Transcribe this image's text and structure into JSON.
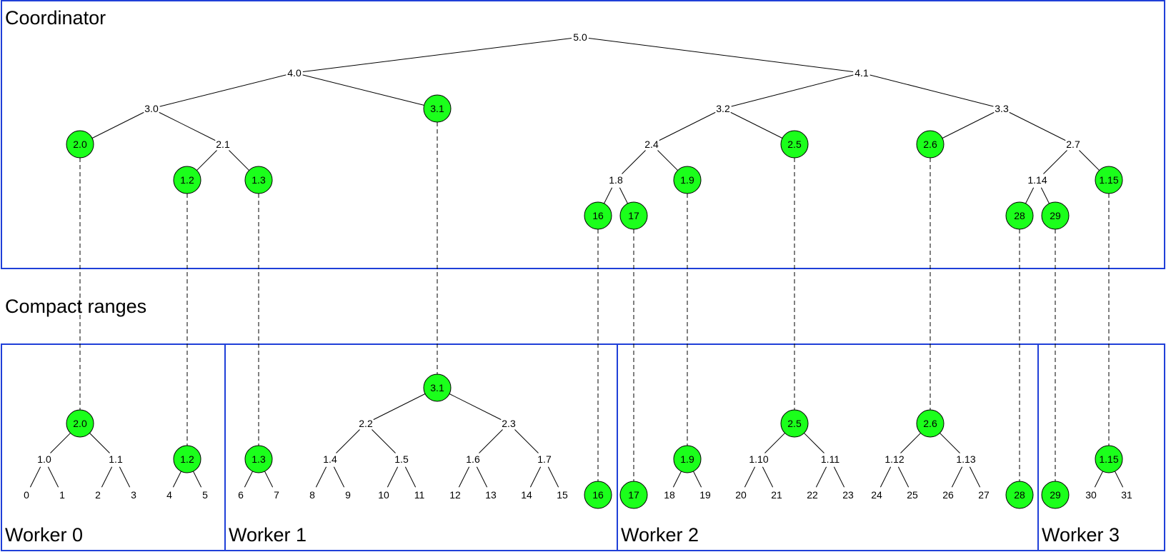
{
  "sections": {
    "coordinator": "Coordinator",
    "compact_ranges": "Compact ranges",
    "worker0": "Worker 0",
    "worker1": "Worker 1",
    "worker2": "Worker 2",
    "worker3": "Worker 3"
  },
  "colors": {
    "frame": "#1f3fd8",
    "highlight": "#1bff1b"
  },
  "coordinator_nodes": [
    {
      "id": "c5.0",
      "label": "5.0",
      "hl": false
    },
    {
      "id": "c4.0",
      "label": "4.0",
      "hl": false
    },
    {
      "id": "c4.1",
      "label": "4.1",
      "hl": false
    },
    {
      "id": "c3.0",
      "label": "3.0",
      "hl": false
    },
    {
      "id": "c3.1",
      "label": "3.1",
      "hl": true
    },
    {
      "id": "c3.2",
      "label": "3.2",
      "hl": false
    },
    {
      "id": "c3.3",
      "label": "3.3",
      "hl": false
    },
    {
      "id": "c2.0",
      "label": "2.0",
      "hl": true
    },
    {
      "id": "c2.1",
      "label": "2.1",
      "hl": false
    },
    {
      "id": "c2.4",
      "label": "2.4",
      "hl": false
    },
    {
      "id": "c2.5",
      "label": "2.5",
      "hl": true
    },
    {
      "id": "c2.6",
      "label": "2.6",
      "hl": true
    },
    {
      "id": "c2.7",
      "label": "2.7",
      "hl": false
    },
    {
      "id": "c1.2",
      "label": "1.2",
      "hl": true
    },
    {
      "id": "c1.3",
      "label": "1.3",
      "hl": true
    },
    {
      "id": "c1.8",
      "label": "1.8",
      "hl": false
    },
    {
      "id": "c1.9",
      "label": "1.9",
      "hl": true
    },
    {
      "id": "c1.14",
      "label": "1.14",
      "hl": false
    },
    {
      "id": "c1.15",
      "label": "1.15",
      "hl": true
    },
    {
      "id": "c16",
      "label": "16",
      "hl": true
    },
    {
      "id": "c17",
      "label": "17",
      "hl": true
    },
    {
      "id": "c28",
      "label": "28",
      "hl": true
    },
    {
      "id": "c29",
      "label": "29",
      "hl": true
    }
  ],
  "coordinator_edges": [
    [
      "c5.0",
      "c4.0"
    ],
    [
      "c5.0",
      "c4.1"
    ],
    [
      "c4.0",
      "c3.0"
    ],
    [
      "c4.0",
      "c3.1"
    ],
    [
      "c4.1",
      "c3.2"
    ],
    [
      "c4.1",
      "c3.3"
    ],
    [
      "c3.0",
      "c2.0"
    ],
    [
      "c3.0",
      "c2.1"
    ],
    [
      "c2.1",
      "c1.2"
    ],
    [
      "c2.1",
      "c1.3"
    ],
    [
      "c3.2",
      "c2.4"
    ],
    [
      "c3.2",
      "c2.5"
    ],
    [
      "c3.3",
      "c2.6"
    ],
    [
      "c3.3",
      "c2.7"
    ],
    [
      "c2.4",
      "c1.8"
    ],
    [
      "c2.4",
      "c1.9"
    ],
    [
      "c1.8",
      "c16"
    ],
    [
      "c1.8",
      "c17"
    ],
    [
      "c2.7",
      "c1.14"
    ],
    [
      "c2.7",
      "c1.15"
    ],
    [
      "c1.14",
      "c28"
    ],
    [
      "c1.14",
      "c29"
    ]
  ],
  "worker_nodes": [
    {
      "id": "w2.0",
      "label": "2.0",
      "hl": true
    },
    {
      "id": "w1.0",
      "label": "1.0",
      "hl": false
    },
    {
      "id": "w1.1",
      "label": "1.1",
      "hl": false
    },
    {
      "id": "w1.2",
      "label": "1.2",
      "hl": true
    },
    {
      "id": "w1.3",
      "label": "1.3",
      "hl": true
    },
    {
      "id": "w3.1",
      "label": "3.1",
      "hl": true
    },
    {
      "id": "w2.2",
      "label": "2.2",
      "hl": false
    },
    {
      "id": "w2.3",
      "label": "2.3",
      "hl": false
    },
    {
      "id": "w1.4",
      "label": "1.4",
      "hl": false
    },
    {
      "id": "w1.5",
      "label": "1.5",
      "hl": false
    },
    {
      "id": "w1.6",
      "label": "1.6",
      "hl": false
    },
    {
      "id": "w1.7",
      "label": "1.7",
      "hl": false
    },
    {
      "id": "w16",
      "label": "16",
      "hl": true
    },
    {
      "id": "w17",
      "label": "17",
      "hl": true
    },
    {
      "id": "w1.9",
      "label": "1.9",
      "hl": true
    },
    {
      "id": "w2.5",
      "label": "2.5",
      "hl": true
    },
    {
      "id": "w1.10",
      "label": "1.10",
      "hl": false
    },
    {
      "id": "w1.11",
      "label": "1.11",
      "hl": false
    },
    {
      "id": "w2.6",
      "label": "2.6",
      "hl": true
    },
    {
      "id": "w1.12",
      "label": "1.12",
      "hl": false
    },
    {
      "id": "w1.13",
      "label": "1.13",
      "hl": false
    },
    {
      "id": "w28",
      "label": "28",
      "hl": true
    },
    {
      "id": "w29",
      "label": "29",
      "hl": true
    },
    {
      "id": "w1.15",
      "label": "1.15",
      "hl": true
    },
    {
      "id": "l0",
      "label": "0",
      "hl": false
    },
    {
      "id": "l1",
      "label": "1",
      "hl": false
    },
    {
      "id": "l2",
      "label": "2",
      "hl": false
    },
    {
      "id": "l3",
      "label": "3",
      "hl": false
    },
    {
      "id": "l4",
      "label": "4",
      "hl": false
    },
    {
      "id": "l5",
      "label": "5",
      "hl": false
    },
    {
      "id": "l6",
      "label": "6",
      "hl": false
    },
    {
      "id": "l7",
      "label": "7",
      "hl": false
    },
    {
      "id": "l8",
      "label": "8",
      "hl": false
    },
    {
      "id": "l9",
      "label": "9",
      "hl": false
    },
    {
      "id": "l10",
      "label": "10",
      "hl": false
    },
    {
      "id": "l11",
      "label": "11",
      "hl": false
    },
    {
      "id": "l12",
      "label": "12",
      "hl": false
    },
    {
      "id": "l13",
      "label": "13",
      "hl": false
    },
    {
      "id": "l14",
      "label": "14",
      "hl": false
    },
    {
      "id": "l15",
      "label": "15",
      "hl": false
    },
    {
      "id": "l18",
      "label": "18",
      "hl": false
    },
    {
      "id": "l19",
      "label": "19",
      "hl": false
    },
    {
      "id": "l20",
      "label": "20",
      "hl": false
    },
    {
      "id": "l21",
      "label": "21",
      "hl": false
    },
    {
      "id": "l22",
      "label": "22",
      "hl": false
    },
    {
      "id": "l23",
      "label": "23",
      "hl": false
    },
    {
      "id": "l24",
      "label": "24",
      "hl": false
    },
    {
      "id": "l25",
      "label": "25",
      "hl": false
    },
    {
      "id": "l26",
      "label": "26",
      "hl": false
    },
    {
      "id": "l27",
      "label": "27",
      "hl": false
    },
    {
      "id": "l30",
      "label": "30",
      "hl": false
    },
    {
      "id": "l31",
      "label": "31",
      "hl": false
    }
  ],
  "worker_edges": [
    [
      "w2.0",
      "w1.0"
    ],
    [
      "w2.0",
      "w1.1"
    ],
    [
      "w1.0",
      "l0"
    ],
    [
      "w1.0",
      "l1"
    ],
    [
      "w1.1",
      "l2"
    ],
    [
      "w1.1",
      "l3"
    ],
    [
      "w1.2",
      "l4"
    ],
    [
      "w1.2",
      "l5"
    ],
    [
      "w1.3",
      "l6"
    ],
    [
      "w1.3",
      "l7"
    ],
    [
      "w3.1",
      "w2.2"
    ],
    [
      "w3.1",
      "w2.3"
    ],
    [
      "w2.2",
      "w1.4"
    ],
    [
      "w2.2",
      "w1.5"
    ],
    [
      "w2.3",
      "w1.6"
    ],
    [
      "w2.3",
      "w1.7"
    ],
    [
      "w1.4",
      "l8"
    ],
    [
      "w1.4",
      "l9"
    ],
    [
      "w1.5",
      "l10"
    ],
    [
      "w1.5",
      "l11"
    ],
    [
      "w1.6",
      "l12"
    ],
    [
      "w1.6",
      "l13"
    ],
    [
      "w1.7",
      "l14"
    ],
    [
      "w1.7",
      "l15"
    ],
    [
      "w1.9",
      "l18"
    ],
    [
      "w1.9",
      "l19"
    ],
    [
      "w2.5",
      "w1.10"
    ],
    [
      "w2.5",
      "w1.11"
    ],
    [
      "w1.10",
      "l20"
    ],
    [
      "w1.10",
      "l21"
    ],
    [
      "w1.11",
      "l22"
    ],
    [
      "w1.11",
      "l23"
    ],
    [
      "w2.6",
      "w1.12"
    ],
    [
      "w2.6",
      "w1.13"
    ],
    [
      "w1.12",
      "l24"
    ],
    [
      "w1.12",
      "l25"
    ],
    [
      "w1.13",
      "l26"
    ],
    [
      "w1.13",
      "l27"
    ],
    [
      "w1.15",
      "l30"
    ],
    [
      "w1.15",
      "l31"
    ]
  ],
  "links": [
    [
      "c2.0",
      "w2.0"
    ],
    [
      "c1.2",
      "w1.2"
    ],
    [
      "c1.3",
      "w1.3"
    ],
    [
      "c3.1",
      "w3.1"
    ],
    [
      "c16",
      "w16"
    ],
    [
      "c17",
      "w17"
    ],
    [
      "c1.9",
      "w1.9"
    ],
    [
      "c2.5",
      "w2.5"
    ],
    [
      "c2.6",
      "w2.6"
    ],
    [
      "c28",
      "w28"
    ],
    [
      "c29",
      "w29"
    ],
    [
      "c1.15",
      "w1.15"
    ]
  ]
}
